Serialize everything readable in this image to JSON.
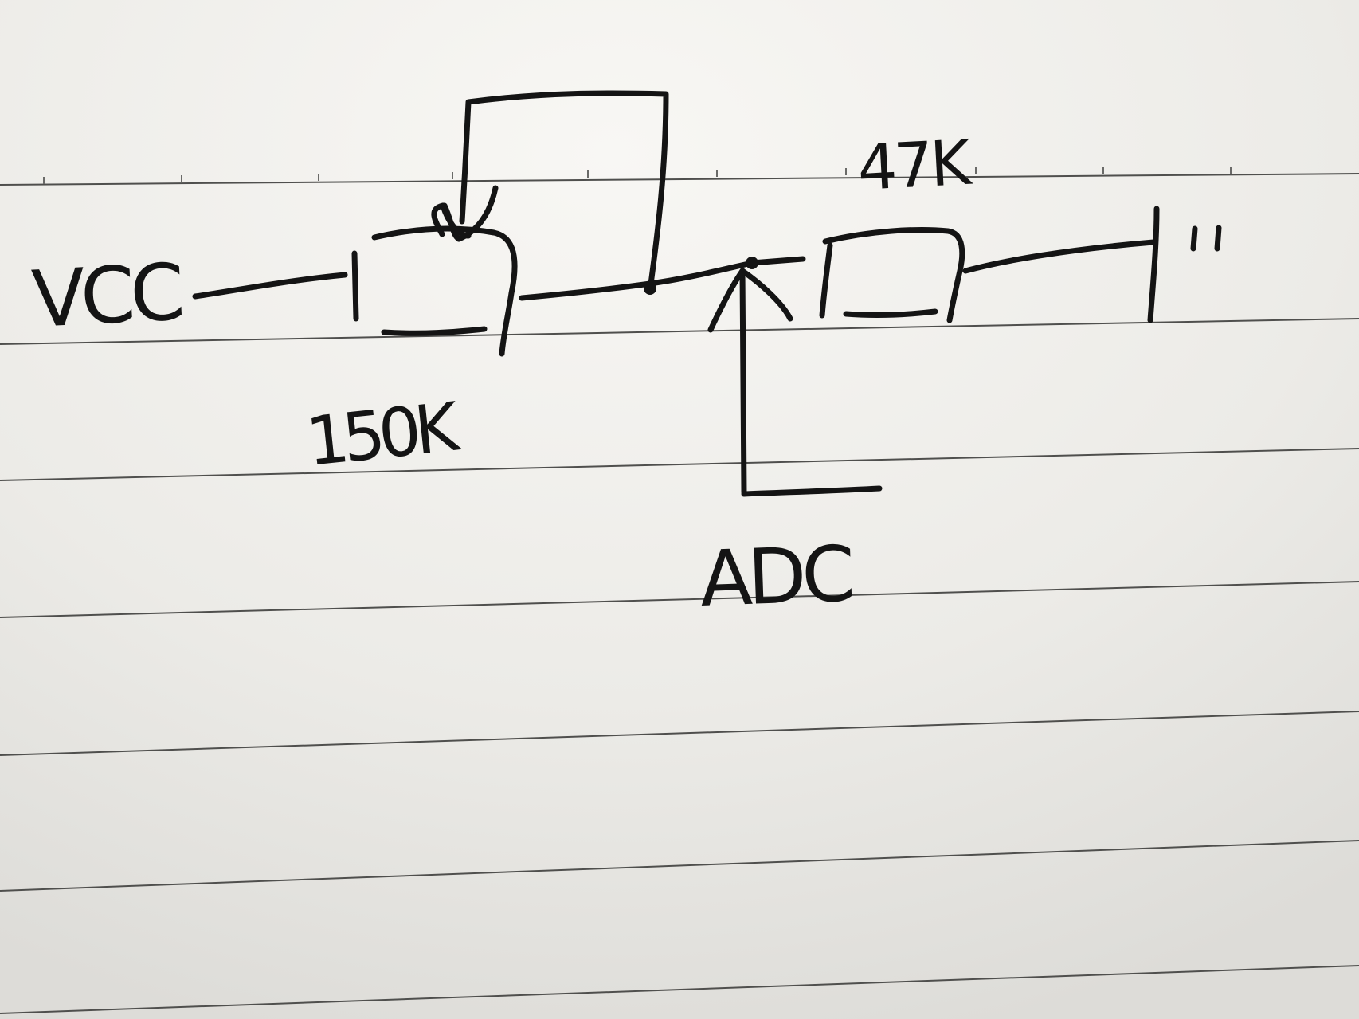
{
  "diagram": {
    "labels": {
      "vcc": "VCC",
      "top_resistor": "150K",
      "bottom_resistor": "47K",
      "adc": "ADC"
    },
    "colors": {
      "paper": "#eeede9",
      "paper_highlight": "#f7f6f3",
      "ruled_line": "#4a4a48",
      "ink": "#141414"
    },
    "components": [
      {
        "type": "potentiometer",
        "value_label": "150K",
        "wiper": "connected to node"
      },
      {
        "type": "resistor",
        "value_label": "47K"
      },
      {
        "type": "ground",
        "symbol": "plate with two short marks"
      }
    ]
  }
}
